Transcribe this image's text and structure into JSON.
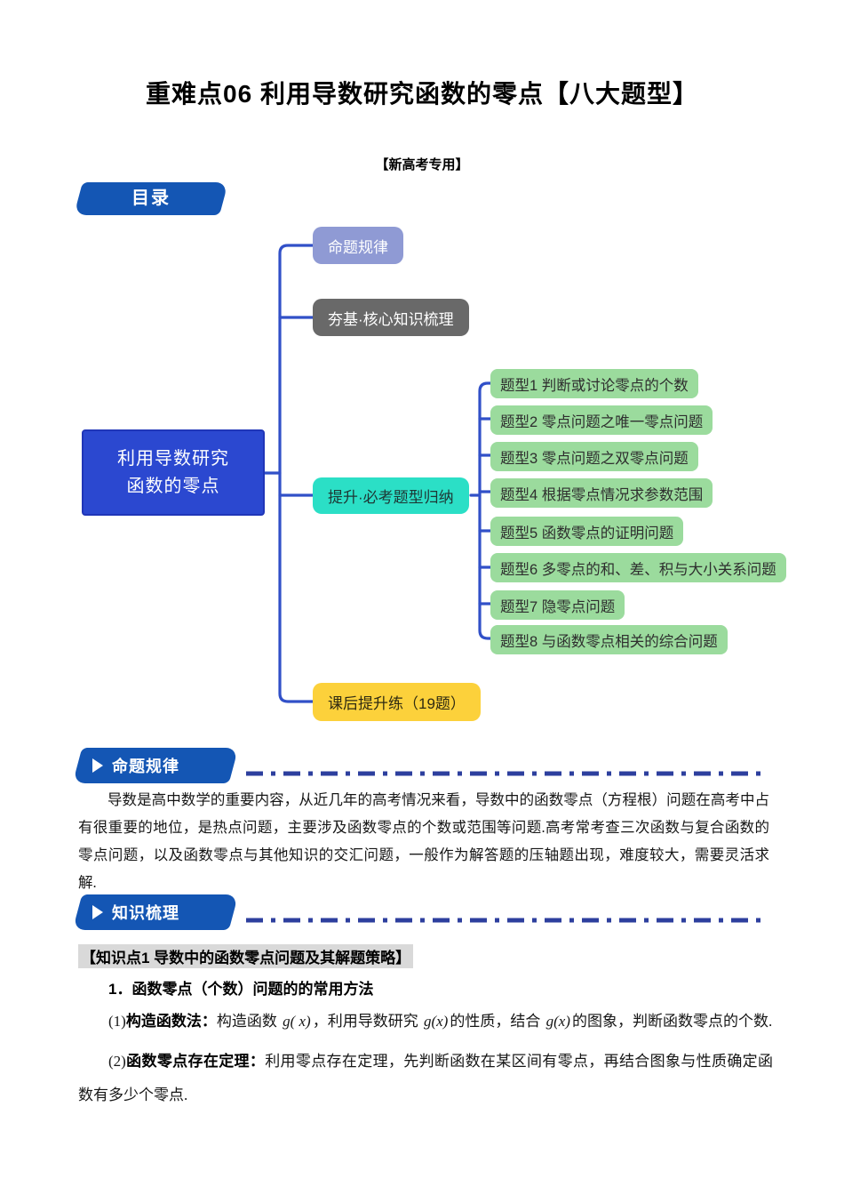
{
  "page": {
    "title": "重难点06 利用导数研究函数的零点【八大题型】",
    "subtitle": "【新高考专用】"
  },
  "colors": {
    "banner_blue": "#1456b4",
    "dash_blue": "#2d3f9e",
    "connector_blue": "#3150c8",
    "root_blue": "#2b48d0",
    "node_lavender": "#8f9ad4",
    "node_gray": "#696969",
    "node_teal": "#2bdfc6",
    "node_yellow": "#fcd13b",
    "node_green": "#9bdb9d",
    "kp_highlight": "#d9d9d9"
  },
  "toc": {
    "banner_label": "目录",
    "root_line1": "利用导数研究",
    "root_line2": "函数的零点",
    "branches": [
      {
        "label": "命题规律"
      },
      {
        "label": "夯基·核心知识梳理"
      },
      {
        "label": "提升·必考题型归纳"
      },
      {
        "label": "课后提升练（19题）"
      }
    ],
    "subtopics": [
      {
        "label": "题型1 判断或讨论零点的个数"
      },
      {
        "label": "题型2 零点问题之唯一零点问题"
      },
      {
        "label": "题型3 零点问题之双零点问题"
      },
      {
        "label": "题型4 根据零点情况求参数范围"
      },
      {
        "label": "题型5 函数零点的证明问题"
      },
      {
        "label": "题型6 多零点的和、差、积与大小关系问题"
      },
      {
        "label": "题型7 隐零点问题"
      },
      {
        "label": "题型8 与函数零点相关的综合问题"
      }
    ]
  },
  "section_rules": {
    "banner_label": "命题规律",
    "paragraph": "导数是高中数学的重要内容，从近几年的高考情况来看，导数中的函数零点（方程根）问题在高考中占有很重要的地位，是热点问题，主要涉及函数零点的个数或范围等问题.高考常考查三次函数与复合函数的零点问题，以及函数零点与其他知识的交汇问题，一般作为解答题的压轴题出现，难度较大，需要灵活求解."
  },
  "section_knowledge": {
    "banner_label": "知识梳理",
    "kp1_title": "【知识点1 导数中的函数零点问题及其解题策略】",
    "method_heading": "1．函数零点（个数）问题的的常用方法",
    "item1": {
      "num": "(1)",
      "bold": "构造函数法：",
      "seg1": "构造函数 ",
      "math1": "g( x)",
      "seg2": "，利用导数研究 ",
      "math2": "g(x)",
      "seg3": "的性质，结合 ",
      "math3": "g(x)",
      "seg4": "的图象，判断函数零点的个数."
    },
    "item2": {
      "num": "(2)",
      "bold": "函数零点存在定理：",
      "text": "利用零点存在定理，先判断函数在某区间有零点，再结合图象与性质确定函数有多少个零点."
    }
  }
}
